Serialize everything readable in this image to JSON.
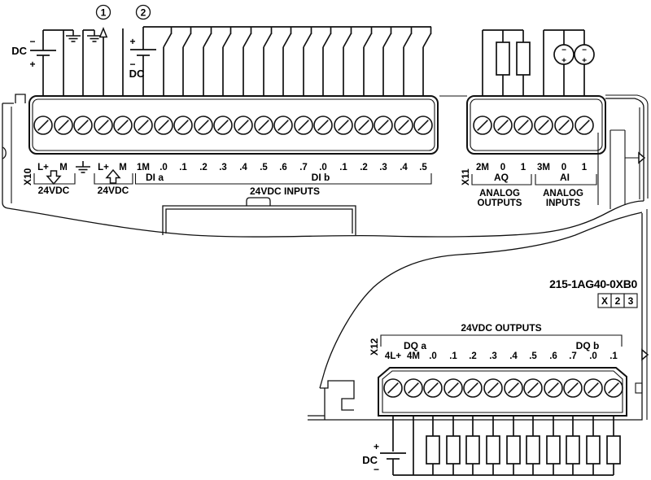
{
  "colors": {
    "ink": "#111111",
    "background": "#ffffff"
  },
  "callouts": {
    "note1": "1",
    "note2": "2"
  },
  "cpu_power_supply": {
    "label": "DC",
    "minus": "−",
    "plus": "+"
  },
  "di_supply": {
    "label": "DC",
    "plus": "+",
    "minus": "−"
  },
  "x10": {
    "connector": "X10",
    "terminals": [
      "L+",
      "M",
      "⏚",
      "L+",
      "M",
      "1M",
      ".0",
      ".1",
      ".2",
      ".3",
      ".4",
      ".5",
      ".6",
      ".7",
      ".0",
      ".1",
      ".2",
      ".3",
      ".4",
      ".5"
    ],
    "sensor_out_label": "24VDC",
    "power_in_label": "24VDC",
    "di_a_label": "DI a",
    "di_b_label": "DI b",
    "group_label": "24VDC INPUTS"
  },
  "x11": {
    "connector": "X11",
    "terminals": [
      "2M",
      "0",
      "1",
      "3M",
      "0",
      "1"
    ],
    "aq_label": "AQ",
    "ai_label": "AI",
    "analog_outputs_line1": "ANALOG",
    "analog_outputs_line2": "OUTPUTS",
    "analog_inputs_line1": "ANALOG",
    "analog_inputs_line2": "INPUTS",
    "source_minus": "−",
    "source_plus": "+"
  },
  "module": {
    "order_number": "215-1AG40-0XB0",
    "slot_cells": [
      "X",
      "2",
      "3"
    ]
  },
  "x12": {
    "connector": "X12",
    "group_label": "24VDC OUTPUTS",
    "dq_a_label": "DQ a",
    "dq_b_label": "DQ b",
    "terminals": [
      "4L+",
      "4M",
      ".0",
      ".1",
      ".2",
      ".3",
      ".4",
      ".5",
      ".6",
      ".7",
      ".0",
      ".1"
    ]
  },
  "dq_load_supply": {
    "label": "DC",
    "plus": "+",
    "minus": "−"
  }
}
